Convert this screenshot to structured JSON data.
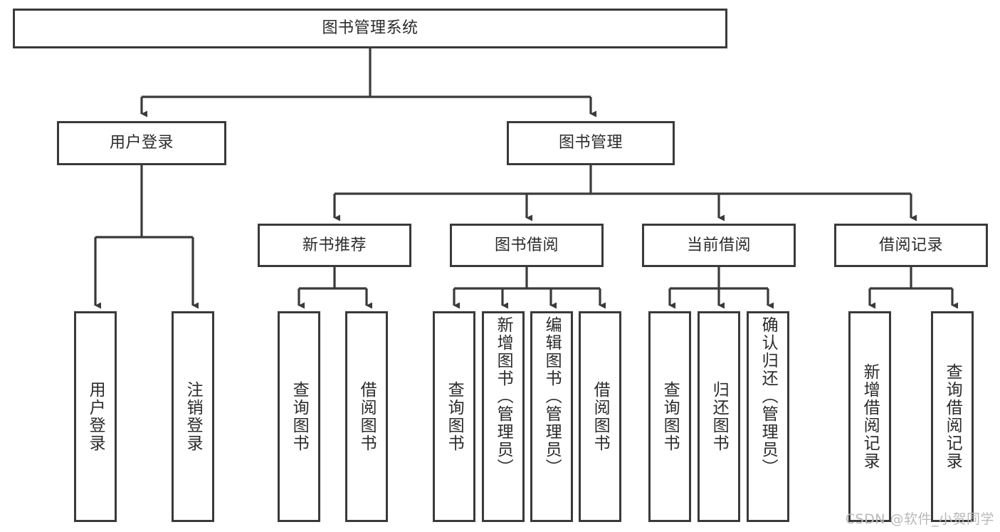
{
  "diagram": {
    "title": "图书管理系统",
    "type": "tree-hierarchy-chart",
    "colors": {
      "box_border": "#3a3a3a",
      "box_fill": "#ffffff",
      "edge": "#3a3a3a",
      "text": "#2b2b2b",
      "watermark": "#b9b9b9",
      "background": "#ffffff"
    }
  },
  "nodes": {
    "root": {
      "label": "图书管理系统"
    },
    "level2": [
      {
        "id": "user-login",
        "label": "用户登录"
      },
      {
        "id": "book-management",
        "label": "图书管理"
      }
    ],
    "level3": [
      {
        "id": "new-book-recommend",
        "label": "新书推荐"
      },
      {
        "id": "book-borrow",
        "label": "图书借阅"
      },
      {
        "id": "current-borrow",
        "label": "当前借阅"
      },
      {
        "id": "borrow-record",
        "label": "借阅记录"
      }
    ],
    "leaves": {
      "user-login": [
        {
          "id": "leaf-user-login",
          "label": "用户登录"
        },
        {
          "id": "leaf-user-logout",
          "label": "注销登录"
        }
      ],
      "new-book-recommend": [
        {
          "id": "leaf-query-book-1",
          "label": "查询图书"
        },
        {
          "id": "leaf-borrow-book-1",
          "label": "借阅图书"
        }
      ],
      "book-borrow": [
        {
          "id": "leaf-query-book-2",
          "label": "查询图书"
        },
        {
          "id": "leaf-add-book",
          "label": "新增图书（管理员）"
        },
        {
          "id": "leaf-edit-book",
          "label": "编辑图书（管理员）"
        },
        {
          "id": "leaf-borrow-book-2",
          "label": "借阅图书"
        }
      ],
      "current-borrow": [
        {
          "id": "leaf-query-book-3",
          "label": "查询图书"
        },
        {
          "id": "leaf-return-book",
          "label": "归还图书"
        },
        {
          "id": "leaf-confirm-return",
          "label": "确认归还（管理员）"
        }
      ],
      "borrow-record": [
        {
          "id": "leaf-add-record",
          "label": "新增借阅记录"
        },
        {
          "id": "leaf-query-record",
          "label": "查询借阅记录"
        }
      ]
    }
  },
  "watermark": {
    "text": "CSDN @软件_小贺同学"
  }
}
